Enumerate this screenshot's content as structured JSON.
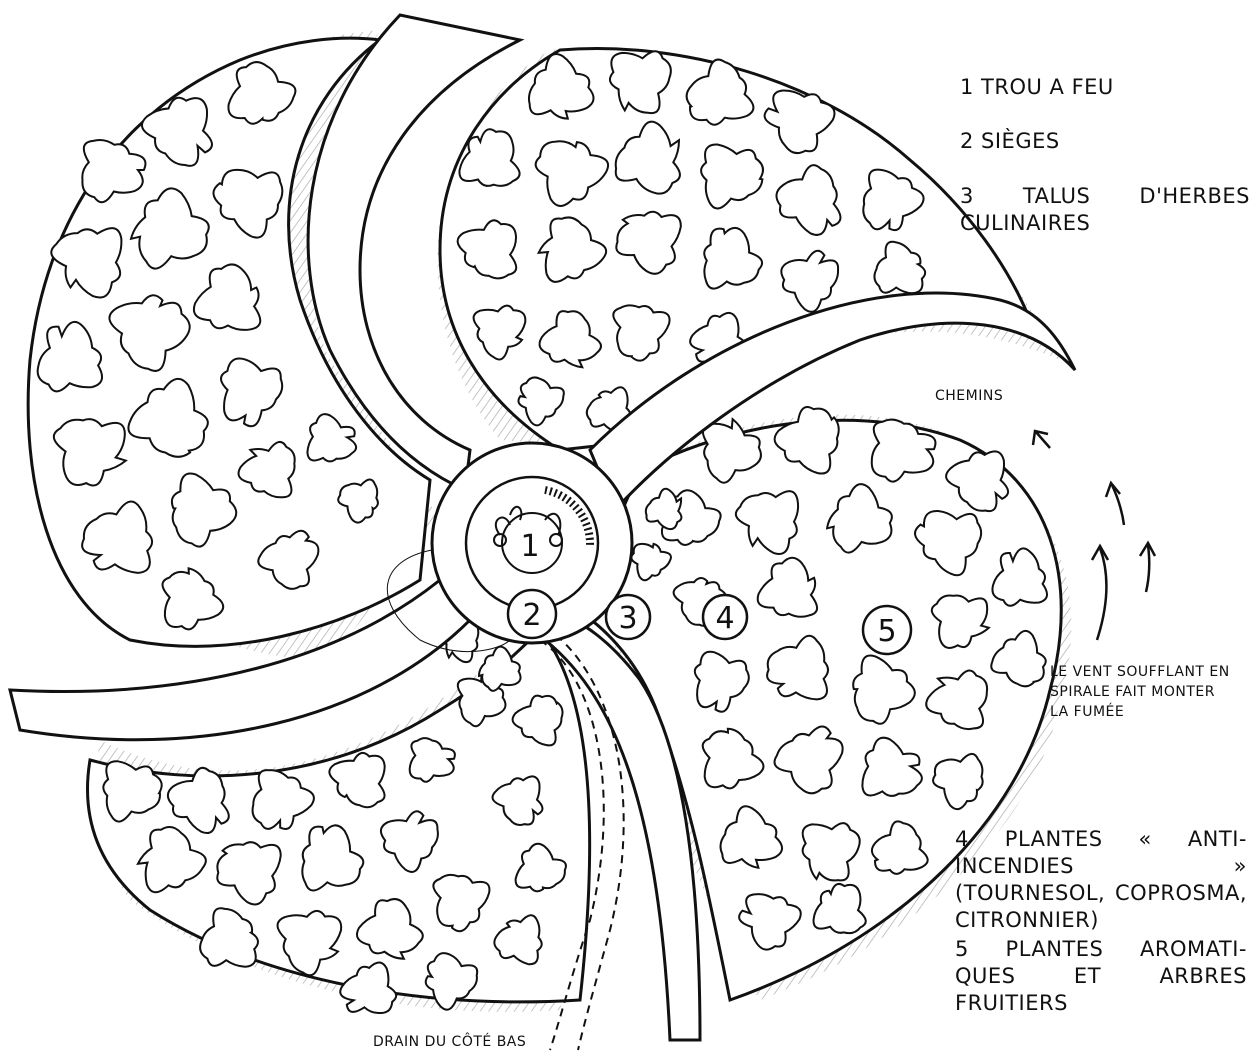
{
  "legend": {
    "item1": "1 TROU A FEU",
    "item2": "2 SIÈGES",
    "item3": "3 TALUS D'HERBES CULINAIRES",
    "item4": "4 PLANTES « ANTI-INCENDIES » (TOURNESOL, COPROSMA, CITRONNIER)",
    "item5": "5 PLANTES AROMATI-QUES ET ARBRES FRUITIERS"
  },
  "labels": {
    "paths": "CHEMINS",
    "wind": "LE VENT SOUFFLANT EN SPIRALE FAIT MONTER LA FUMÉE",
    "drain": "DRAIN DU CÔTÉ BAS"
  },
  "zones": {
    "z1": "1",
    "z2": "2",
    "z3": "3",
    "z4": "4",
    "z5": "5"
  },
  "colors": {
    "ink": "#111111",
    "paper": "#ffffff"
  }
}
